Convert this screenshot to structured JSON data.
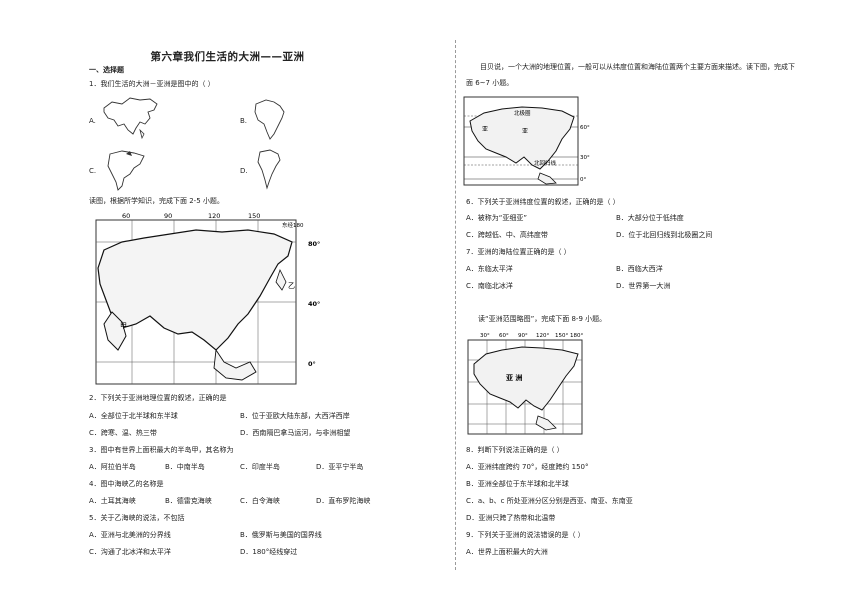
{
  "title": "第六章我们生活的大洲——亚洲",
  "section": "一、选择题",
  "left": {
    "q1": {
      "stem": "1．我们生活的大洲－亚洲是图中的（ ）",
      "a": "A.",
      "b": "B.",
      "c": "C.",
      "d": "D."
    },
    "intro2_5": "读图，根据所学知识，完成下面 2-5 小题。",
    "map1": {
      "lon": [
        "60",
        "90",
        "120",
        "150"
      ],
      "east_lon": "东经180",
      "lat80": "80°",
      "lat40": "40°",
      "lat0": "0°",
      "jia": "甲",
      "yi": "乙"
    },
    "q2": {
      "stem": "2．下列关于亚洲地理位置的叙述，正确的是",
      "a": "A．全部位于北半球和东半球",
      "b": "B．位于亚欧大陆东部，大西洋西岸",
      "c": "C．跨寒、温、热三带",
      "d": "D．西南隔巴拿马运河，与非洲相望"
    },
    "q3": {
      "stem": "3．图中有世界上面积最大的半岛甲，其名称为",
      "a": "A．阿拉伯半岛",
      "b": "B．中南半岛",
      "c": "C．印度半岛",
      "d": "D．亚平宁半岛"
    },
    "q4": {
      "stem": "4．图中海峡乙的名称是",
      "a": "A．土耳其海峡",
      "b": "B．德雷克海峡",
      "c": "C．白令海峡",
      "d": "D．直布罗陀海峡"
    },
    "q5": {
      "stem": "5．关于乙海峡的说法，不包括",
      "a": "A．亚洲与北美洲的分界线",
      "b": "B．俄罗斯与美国的国界线",
      "c": "C．沟通了北冰洋和太平洋",
      "d": "D．180°经线穿过"
    }
  },
  "right": {
    "intro6_7_line1": "　　目贝说，一个大洲的地理位置，一般可以从纬度位置和海陆位置两个主要方面来描述。读下图，完成下",
    "intro6_7_line2": "面 6~7 小题。",
    "map2": {
      "arctic": "北极圈",
      "asia1": "亚",
      "asia2": "亚",
      "tropic": "北回归线",
      "lat60": "60°",
      "lat30": "30°",
      "lat0": "0°"
    },
    "q6": {
      "stem": "6．下列关于亚洲纬度位置的叙述，正确的是（ ）",
      "a": "A．被称为“亚细亚”",
      "b": "B．大部分位于低纬度",
      "c": "C．跨越低、中、高纬度带",
      "d": "D．位于北回归线到北极圈之间"
    },
    "q7": {
      "stem": "7．亚洲的海陆位置正确的是（ ）",
      "a": "A．东临太平洋",
      "b": "B．西临大西洋",
      "c": "C．南临北冰洋",
      "d": "D．世界第一大洲"
    },
    "intro8_9": "读“亚洲范围略图”，完成下面 8-9 小题。",
    "map3": {
      "lon": [
        "30°",
        "60°",
        "90°",
        "120°",
        "150°",
        "180°"
      ],
      "asia": "亚  洲"
    },
    "q8": {
      "stem": "8．判断下列说法正确的是（ ）",
      "a": "A．亚洲纬度跨约 70°，经度跨约 150°",
      "b": "B．亚洲全部位于东半球和北半球",
      "c": "C．a、b、c 所处亚洲分区分别是西亚、南亚、东南亚",
      "d": "D．亚洲只跨了热带和北温带"
    },
    "q9": {
      "stem": "9．下列关于亚洲的说法错误的是（ ）",
      "a": "A．世界上面积最大的大洲"
    }
  }
}
